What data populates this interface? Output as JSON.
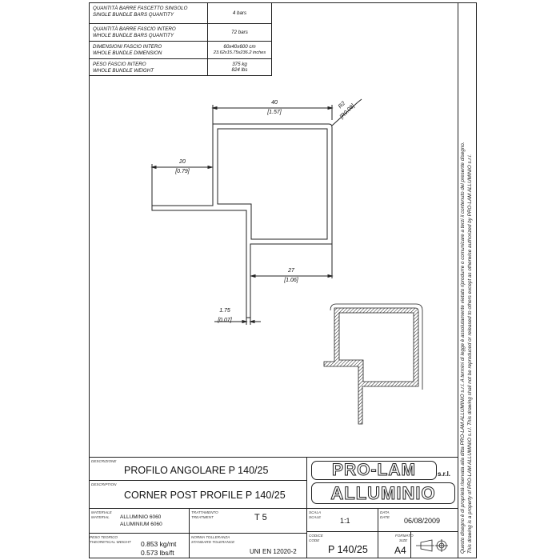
{
  "bundle_table": [
    {
      "label_it": "QUANTITÀ BARRE FASCETTO SINGOLO",
      "label_en": "SINGLE BUNDLE BARS QUANTITY",
      "value": "4 bars",
      "value2": ""
    },
    {
      "label_it": "QUANTITÀ BARRE FASCIO INTERO",
      "label_en": "WHOLE BUNDLE BARS QUANTITY",
      "value": "72 bars",
      "value2": ""
    },
    {
      "label_it": "DIMENSIONI FASCIO INTERO",
      "label_en": "WHOLE BUNDLE DIMENSION",
      "value": "60x40x600 cm",
      "value2": "23.62x15.75x236.2 inches"
    },
    {
      "label_it": "PESO FASCIO INTERO",
      "label_en": "WHOLE BUNDLE WEIGHT",
      "value": "375 kg",
      "value2": "824 lbs"
    }
  ],
  "dimensions": {
    "width_mm": "40",
    "width_in": "[1.57]",
    "radius_mm": "R2",
    "radius_in": "[R0.08]",
    "arm_mm": "20",
    "arm_in": "[0.79]",
    "leg_mm": "27",
    "leg_in": "[1.06]",
    "thickness_mm": "1.75",
    "thickness_in": "[0.07]"
  },
  "title_block": {
    "descrizione_label": "DESCRIZIONE",
    "descrizione": "PROFILO ANGOLARE P 140/25",
    "description_label": "DESCRIPTION",
    "description": "CORNER POST PROFILE P 140/25",
    "material_label_it": "MATERIALE",
    "material_label_en": "MATERIAL",
    "material_it": "ALLUMINIO 6060",
    "material_en": "ALUMINIUM 6060",
    "treatment_label_it": "TRATTAMENTO",
    "treatment_label_en": "TREATMENT",
    "treatment": "T 5",
    "weight_label_it": "PESO TEORICO",
    "weight_label_en": "THEORETICAL WEIGHT",
    "weight_metric": "0.853 kg/mt",
    "weight_imperial": "0.573 lbs/ft",
    "tolerance_label_it": "NORMA TOLLERANZA",
    "tolerance_label_en": "STANDARD TOLERANCE",
    "tolerance": "UNI EN 12020-2",
    "scale_label_it": "SCALA",
    "scale_label_en": "SCALE",
    "scale": "1:1",
    "date_label_it": "DATA",
    "date_label_en": "DATE",
    "date": "06/08/2009",
    "code_label_it": "CODICE",
    "code_label_en": "CODE",
    "code": "P 140/25",
    "format_label_it": "FORMATO",
    "format_label_en": "SIZE",
    "format": "A4"
  },
  "logo": {
    "line1": "PRO-LAM",
    "suffix": "s.r.l.",
    "line2": "ALLUMINIO"
  },
  "notice": {
    "it": "Questo disegno è di proprietà riservata alla ditta PRO-LAM ALLUMINIO s.r.l. A termini di legge è assolutamente vietato riprodurre o comunicare a terzi il contenuto del presente disegno.",
    "en": "This drawing is a property of PRO-LAM ALLUMINIO s.r.l. This drawing shall not be reproduced or released to others except as otherwise authorized by PRO-LAM ALLUMINIO s.r.l."
  }
}
